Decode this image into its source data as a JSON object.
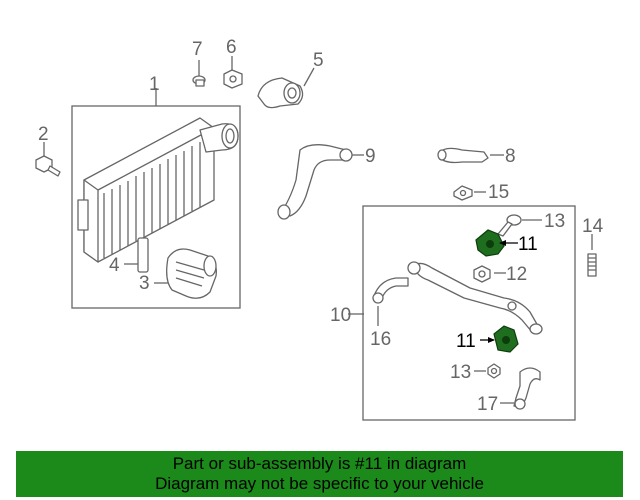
{
  "callouts": {
    "c1": "1",
    "c2": "2",
    "c3": "3",
    "c4": "4",
    "c5": "5",
    "c6": "6",
    "c7": "7",
    "c8": "8",
    "c9": "9",
    "c10": "10",
    "c11a": "11",
    "c11b": "11",
    "c12": "12",
    "c13a": "13",
    "c13b": "13",
    "c14": "14",
    "c15": "15",
    "c16": "16",
    "c17": "17"
  },
  "highlight_color": "#1f6e1f",
  "footer": {
    "line1": "Part or sub-assembly is #11 in diagram",
    "line2": "Diagram may not be specific to your vehicle",
    "background": "#1b8a1b"
  }
}
